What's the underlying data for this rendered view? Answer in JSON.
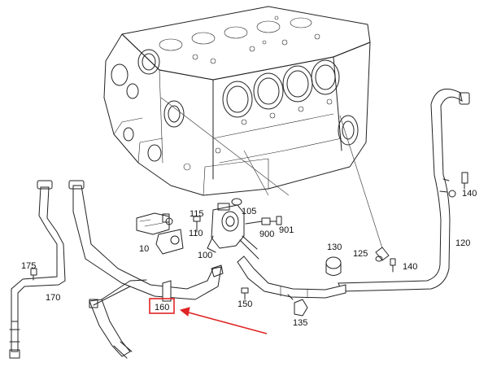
{
  "colors": {
    "line": "#222222",
    "highlight": "#e02424",
    "background": "#ffffff"
  },
  "labels": {
    "l10": "10",
    "l100": "100",
    "l105": "105",
    "l110": "110",
    "l115": "115",
    "l120": "120",
    "l125": "125",
    "l130": "130",
    "l135": "135",
    "l140a": "140",
    "l140b": "140",
    "l150": "150",
    "l160": "160",
    "l170": "170",
    "l175": "175",
    "l900": "900",
    "l901": "901"
  }
}
